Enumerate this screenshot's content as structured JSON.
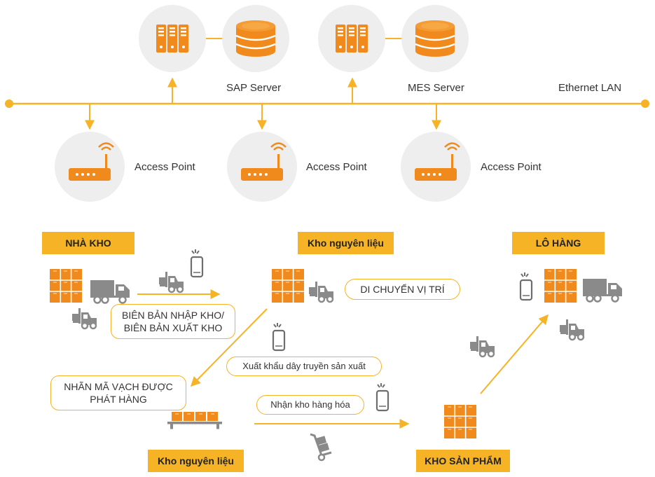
{
  "network": {
    "sap_server": "SAP Server",
    "mes_server": "MES Server",
    "ethernet": "Ethernet LAN",
    "access_points": [
      "Access Point",
      "Access Point",
      "Access Point"
    ]
  },
  "stations": {
    "nha_kho": "NHÀ KHO",
    "kho_nguyen_lieu_top": "Kho nguyên liệu",
    "lo_hang": "LÔ HÀNG",
    "kho_nguyen_lieu_bottom": "Kho nguyên liệu",
    "kho_san_pham": "KHO SẢN PHẨM"
  },
  "notes": {
    "bien_ban_1": "BIÊN BẢN NHẬP KHO/",
    "bien_ban_2": "BIÊN BẢN XUẤT KHO",
    "di_chuyen": "DI CHUYỂN VỊ TRÍ",
    "xuat_khau": "Xuất khẩu dây truyền sản xuất",
    "nhan_ma_1": "NHÃN MÃ VẠCH ĐƯỢC",
    "nhan_ma_2": "PHÁT HÀNG",
    "nhan_kho": "Nhận kho hàng hóa"
  },
  "colors": {
    "accent": "#F5B325",
    "icon_orange": "#F08A1C",
    "circle_bg": "#EEEEEE",
    "icon_gray": "#8A8A8A"
  },
  "icons": [
    "server-rack-icon",
    "database-icon",
    "router-icon",
    "warehouse-boxes-icon",
    "truck-icon",
    "forklift-icon",
    "smartphone-icon",
    "pallet-icon",
    "hand-truck-icon"
  ]
}
